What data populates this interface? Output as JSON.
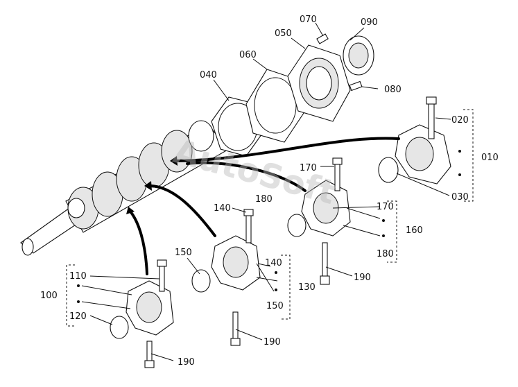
{
  "watermark": "AutoSoft",
  "labels": {
    "l010": "010",
    "l020": "020",
    "l030": "030",
    "l040": "040",
    "l050": "050",
    "l060": "060",
    "l070": "070",
    "l080": "080",
    "l090": "090",
    "l100": "100",
    "l110": "110",
    "l120": "120",
    "l130": "130",
    "l140a": "140",
    "l140b": "140",
    "l150a": "150",
    "l150b": "150",
    "l160": "160",
    "l170a": "170",
    "l170b": "170",
    "l180a": "180",
    "l180b": "180",
    "l190a": "190",
    "l190b": "190",
    "l190c": "190"
  }
}
